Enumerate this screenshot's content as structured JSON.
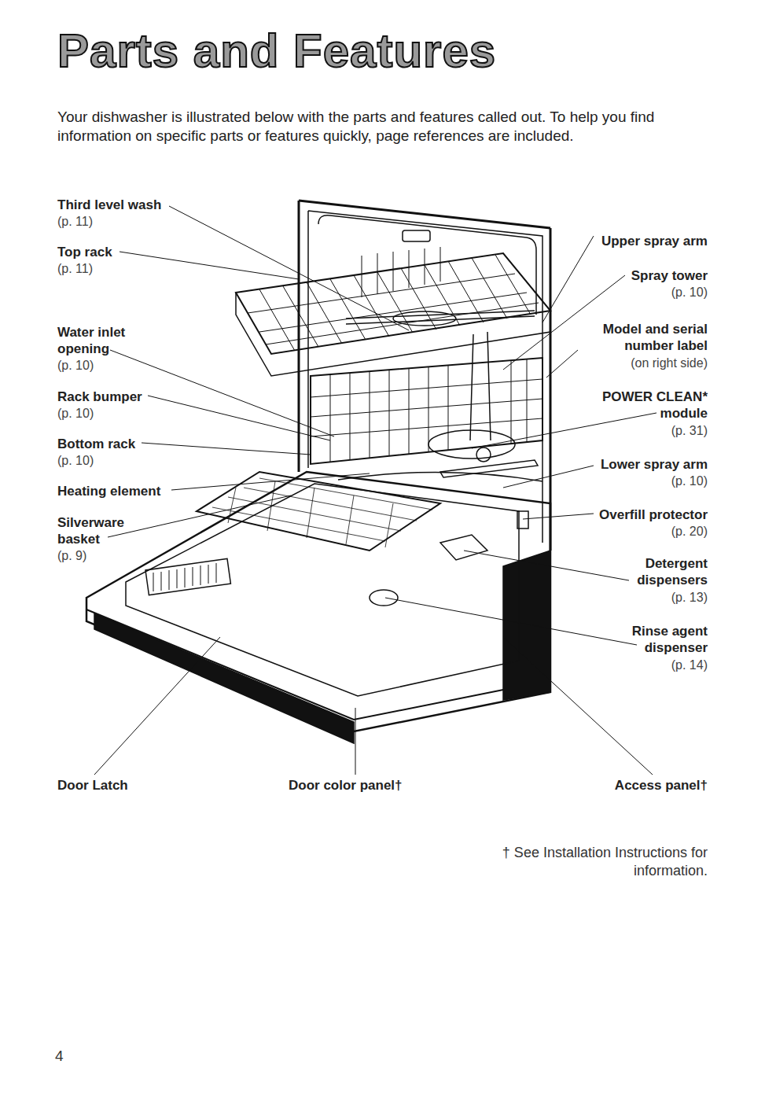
{
  "diagram": {
    "title": "Parts and Features",
    "labels": [
      "Your dishwasher is illustrated below with the parts and features called out. To help you find information on specific parts or features quickly, page references are included.",
      "Third level wash",
      "(p. 11)",
      "Top rack",
      "(p. 11)",
      "Water inlet opening",
      "(p. 10)",
      "Rack bumper",
      "(p. 10)",
      "Bottom rack",
      "(p. 10)",
      "Heating element",
      "Silverware basket",
      "(p. 9)",
      "Upper spray arm",
      "Spray tower",
      "(p. 10)",
      "Model and serial number label",
      "(on right side)",
      "POWER CLEAN* module",
      "(p. 31)",
      "Lower spray arm",
      "(p. 10)",
      "Overfill protector",
      "(p. 20)",
      "Detergent dispensers",
      "(p. 13)",
      "Rinse agent dispenser",
      "(p. 14)",
      "Door Latch",
      "Door color panel†",
      "Access panel†",
      "† See Installation Instructions for information.",
      "4"
    ]
  }
}
